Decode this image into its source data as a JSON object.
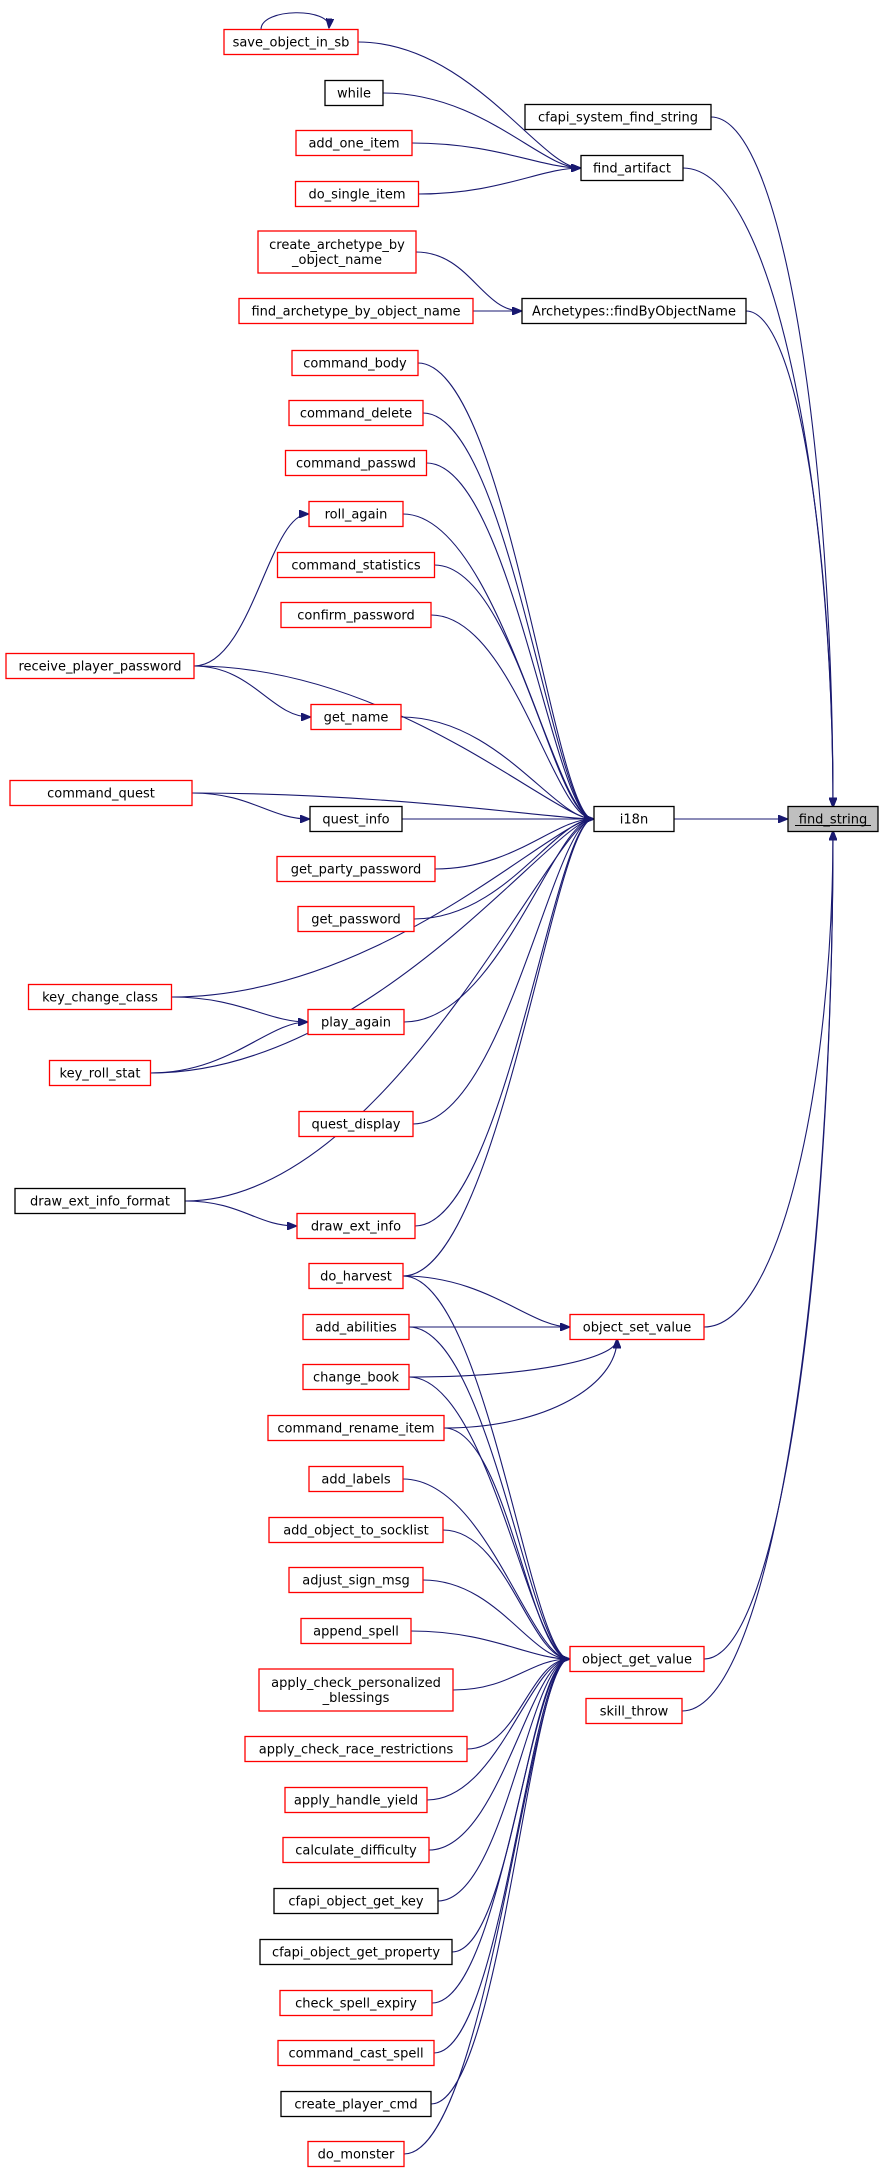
{
  "graph": {
    "title": "",
    "colors": {
      "edge": "#191970",
      "red_border": "#ff0000",
      "black_border": "#000000",
      "current_fill": "#bfbfbf"
    },
    "nodes": [
      {
        "id": "save_object_in_sb",
        "label": "save_object_in_sb",
        "border": "red"
      },
      {
        "id": "while",
        "label": "while",
        "border": "black"
      },
      {
        "id": "add_one_item",
        "label": "add_one_item",
        "border": "red"
      },
      {
        "id": "do_single_item",
        "label": "do_single_item",
        "border": "red"
      },
      {
        "id": "cfapi_system_find_string",
        "label": "cfapi_system_find_string",
        "border": "black"
      },
      {
        "id": "find_artifact",
        "label": "find_artifact",
        "border": "black"
      },
      {
        "id": "create_archetype_by_object_name",
        "label": "create_archetype_by\n_object_name",
        "border": "red"
      },
      {
        "id": "find_archetype_by_object_name",
        "label": "find_archetype_by_object_name",
        "border": "red"
      },
      {
        "id": "archetypes_findbyobjectname",
        "label": "Archetypes::findByObjectName",
        "border": "black"
      },
      {
        "id": "command_body",
        "label": "command_body",
        "border": "red"
      },
      {
        "id": "command_delete",
        "label": "command_delete",
        "border": "red"
      },
      {
        "id": "command_passwd",
        "label": "command_passwd",
        "border": "red"
      },
      {
        "id": "roll_again",
        "label": "roll_again",
        "border": "red"
      },
      {
        "id": "command_statistics",
        "label": "command_statistics",
        "border": "red"
      },
      {
        "id": "confirm_password",
        "label": "confirm_password",
        "border": "red"
      },
      {
        "id": "receive_player_password",
        "label": "receive_player_password",
        "border": "red"
      },
      {
        "id": "get_name",
        "label": "get_name",
        "border": "red"
      },
      {
        "id": "command_quest",
        "label": "command_quest",
        "border": "red"
      },
      {
        "id": "quest_info",
        "label": "quest_info",
        "border": "black"
      },
      {
        "id": "i18n",
        "label": "i18n",
        "border": "black"
      },
      {
        "id": "find_string",
        "label": "find_string",
        "border": "current"
      },
      {
        "id": "get_party_password",
        "label": "get_party_password",
        "border": "red"
      },
      {
        "id": "get_password",
        "label": "get_password",
        "border": "red"
      },
      {
        "id": "key_change_class",
        "label": "key_change_class",
        "border": "red"
      },
      {
        "id": "play_again",
        "label": "play_again",
        "border": "red"
      },
      {
        "id": "key_roll_stat",
        "label": "key_roll_stat",
        "border": "red"
      },
      {
        "id": "quest_display",
        "label": "quest_display",
        "border": "red"
      },
      {
        "id": "draw_ext_info_format",
        "label": "draw_ext_info_format",
        "border": "black"
      },
      {
        "id": "draw_ext_info",
        "label": "draw_ext_info",
        "border": "red"
      },
      {
        "id": "do_harvest",
        "label": "do_harvest",
        "border": "red"
      },
      {
        "id": "add_abilities",
        "label": "add_abilities",
        "border": "red"
      },
      {
        "id": "object_set_value",
        "label": "object_set_value",
        "border": "red"
      },
      {
        "id": "change_book",
        "label": "change_book",
        "border": "red"
      },
      {
        "id": "command_rename_item",
        "label": "command_rename_item",
        "border": "red"
      },
      {
        "id": "add_labels",
        "label": "add_labels",
        "border": "red"
      },
      {
        "id": "add_object_to_socklist",
        "label": "add_object_to_socklist",
        "border": "red"
      },
      {
        "id": "adjust_sign_msg",
        "label": "adjust_sign_msg",
        "border": "red"
      },
      {
        "id": "append_spell",
        "label": "append_spell",
        "border": "red"
      },
      {
        "id": "object_get_value",
        "label": "object_get_value",
        "border": "red"
      },
      {
        "id": "apply_check_personalized_blessings",
        "label": "apply_check_personalized\n_blessings",
        "border": "red"
      },
      {
        "id": "skill_throw",
        "label": "skill_throw",
        "border": "red"
      },
      {
        "id": "apply_check_race_restrictions",
        "label": "apply_check_race_restrictions",
        "border": "red"
      },
      {
        "id": "apply_handle_yield",
        "label": "apply_handle_yield",
        "border": "red"
      },
      {
        "id": "calculate_difficulty",
        "label": "calculate_difficulty",
        "border": "red"
      },
      {
        "id": "cfapi_object_get_key",
        "label": "cfapi_object_get_key",
        "border": "black"
      },
      {
        "id": "cfapi_object_get_property",
        "label": "cfapi_object_get_property",
        "border": "black"
      },
      {
        "id": "check_spell_expiry",
        "label": "check_spell_expiry",
        "border": "red"
      },
      {
        "id": "command_cast_spell",
        "label": "command_cast_spell",
        "border": "red"
      },
      {
        "id": "create_player_cmd",
        "label": "create_player_cmd",
        "border": "black"
      },
      {
        "id": "do_monster",
        "label": "do_monster",
        "border": "red"
      }
    ],
    "edges": [
      {
        "from": "save_object_in_sb",
        "to": "save_object_in_sb"
      },
      {
        "from": "save_object_in_sb",
        "to": "find_artifact"
      },
      {
        "from": "while",
        "to": "find_artifact"
      },
      {
        "from": "add_one_item",
        "to": "find_artifact"
      },
      {
        "from": "do_single_item",
        "to": "find_artifact"
      },
      {
        "from": "cfapi_system_find_string",
        "to": "find_string"
      },
      {
        "from": "find_artifact",
        "to": "find_string"
      },
      {
        "from": "create_archetype_by_object_name",
        "to": "archetypes_findbyobjectname"
      },
      {
        "from": "find_archetype_by_object_name",
        "to": "archetypes_findbyobjectname"
      },
      {
        "from": "archetypes_findbyobjectname",
        "to": "find_string"
      },
      {
        "from": "command_body",
        "to": "i18n"
      },
      {
        "from": "command_delete",
        "to": "i18n"
      },
      {
        "from": "command_passwd",
        "to": "i18n"
      },
      {
        "from": "roll_again",
        "to": "i18n"
      },
      {
        "from": "receive_player_password",
        "to": "roll_again"
      },
      {
        "from": "command_statistics",
        "to": "i18n"
      },
      {
        "from": "confirm_password",
        "to": "i18n"
      },
      {
        "from": "receive_player_password",
        "to": "i18n"
      },
      {
        "from": "receive_player_password",
        "to": "get_name"
      },
      {
        "from": "get_name",
        "to": "i18n"
      },
      {
        "from": "command_quest",
        "to": "i18n"
      },
      {
        "from": "command_quest",
        "to": "quest_info"
      },
      {
        "from": "quest_info",
        "to": "i18n"
      },
      {
        "from": "i18n",
        "to": "find_string"
      },
      {
        "from": "get_party_password",
        "to": "i18n"
      },
      {
        "from": "get_password",
        "to": "i18n"
      },
      {
        "from": "key_change_class",
        "to": "i18n"
      },
      {
        "from": "key_change_class",
        "to": "play_again"
      },
      {
        "from": "play_again",
        "to": "i18n"
      },
      {
        "from": "key_roll_stat",
        "to": "play_again"
      },
      {
        "from": "key_roll_stat",
        "to": "i18n"
      },
      {
        "from": "quest_display",
        "to": "i18n"
      },
      {
        "from": "draw_ext_info_format",
        "to": "i18n"
      },
      {
        "from": "draw_ext_info_format",
        "to": "draw_ext_info"
      },
      {
        "from": "draw_ext_info",
        "to": "i18n"
      },
      {
        "from": "do_harvest",
        "to": "i18n"
      },
      {
        "from": "do_harvest",
        "to": "object_set_value"
      },
      {
        "from": "do_harvest",
        "to": "object_get_value"
      },
      {
        "from": "add_abilities",
        "to": "object_set_value"
      },
      {
        "from": "add_abilities",
        "to": "object_get_value"
      },
      {
        "from": "object_set_value",
        "to": "find_string"
      },
      {
        "from": "change_book",
        "to": "object_set_value"
      },
      {
        "from": "change_book",
        "to": "object_get_value"
      },
      {
        "from": "command_rename_item",
        "to": "object_set_value"
      },
      {
        "from": "command_rename_item",
        "to": "object_get_value"
      },
      {
        "from": "add_labels",
        "to": "object_get_value"
      },
      {
        "from": "add_object_to_socklist",
        "to": "object_get_value"
      },
      {
        "from": "adjust_sign_msg",
        "to": "object_get_value"
      },
      {
        "from": "append_spell",
        "to": "object_get_value"
      },
      {
        "from": "object_get_value",
        "to": "find_string"
      },
      {
        "from": "apply_check_personalized_blessings",
        "to": "object_get_value"
      },
      {
        "from": "skill_throw",
        "to": "find_string"
      },
      {
        "from": "apply_check_race_restrictions",
        "to": "object_get_value"
      },
      {
        "from": "apply_handle_yield",
        "to": "object_get_value"
      },
      {
        "from": "calculate_difficulty",
        "to": "object_get_value"
      },
      {
        "from": "cfapi_object_get_key",
        "to": "object_get_value"
      },
      {
        "from": "cfapi_object_get_property",
        "to": "object_get_value"
      },
      {
        "from": "check_spell_expiry",
        "to": "object_get_value"
      },
      {
        "from": "command_cast_spell",
        "to": "object_get_value"
      },
      {
        "from": "create_player_cmd",
        "to": "object_get_value"
      },
      {
        "from": "do_monster",
        "to": "object_get_value"
      }
    ]
  }
}
